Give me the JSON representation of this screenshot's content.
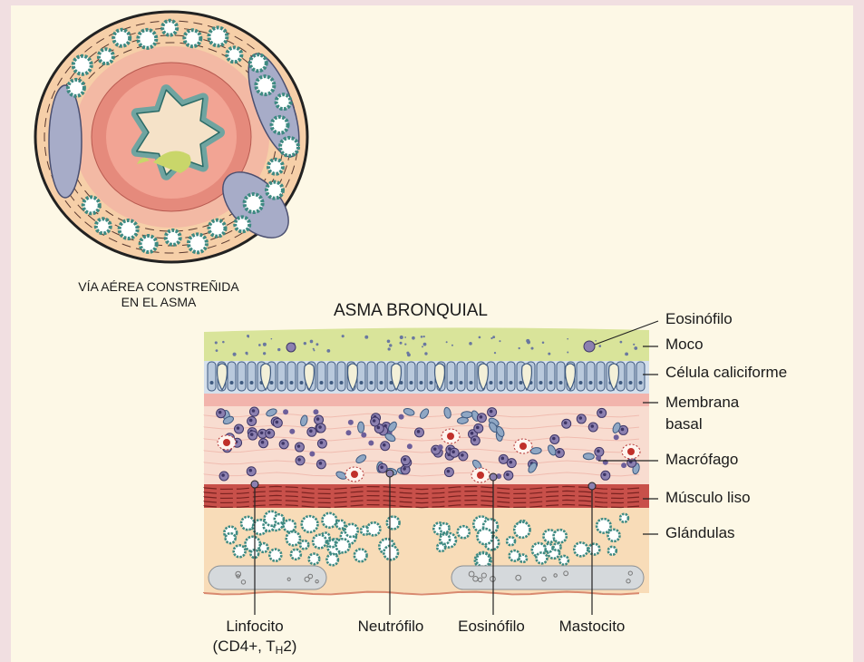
{
  "airway_caption_line1": "VÍA AÉREA CONSTREÑIDA",
  "airway_caption_line2": "EN EL ASMA",
  "section_title": "ASMA BRONQUIAL",
  "right_labels": {
    "eosinofilo": "Eosinófilo",
    "moco": "Moco",
    "celula_caliciforme": "Célula caliciforme",
    "membrana_line1": "Membrana",
    "membrana_line2": "basal",
    "macrofago": "Macrófago",
    "musculo_liso": "Músculo liso",
    "glandulas": "Glándulas"
  },
  "bottom_labels": {
    "linfocito": "Linfocito",
    "linfocito_sub_pre": "(CD4+, T",
    "linfocito_sub_index": "H",
    "linfocito_sub_post": "2)",
    "neutrofilo": "Neutrófilo",
    "eosinofilo": "Eosinófilo",
    "mastocito": "Mastocito"
  },
  "colors": {
    "background_outer": "#f1dfe1",
    "panel": "#fdf8e6",
    "mucus": "#d9e49a",
    "epithelium": "#b9c9dc",
    "basement_membrane": "#f2b4ac",
    "submucosa": "#f8dcd0",
    "smooth_muscle": "#c8504a",
    "glands_layer": "#f8dcb8",
    "gland_ring": "#3e8a82",
    "cell_purple": "#8c80b0"
  }
}
